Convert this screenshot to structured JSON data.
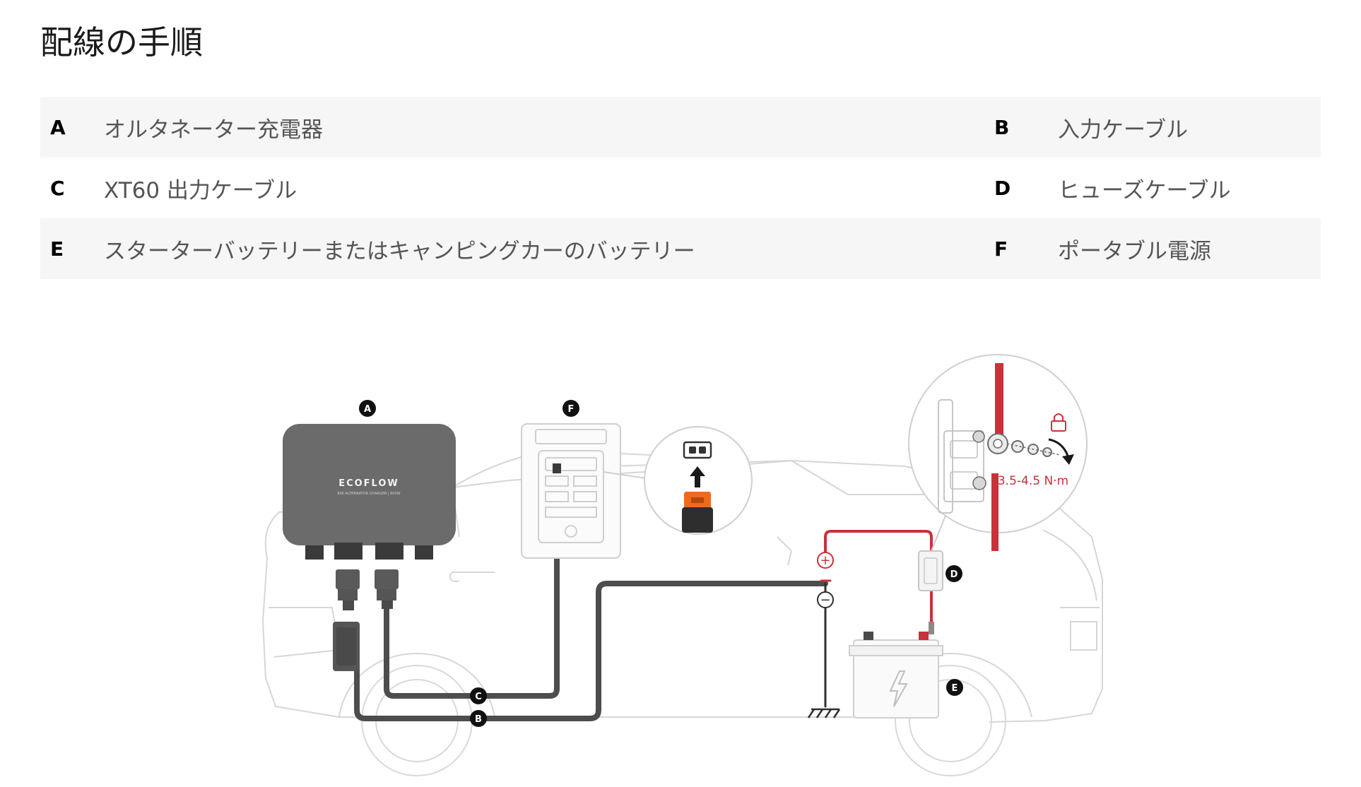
{
  "page": {
    "title": "配線の手順"
  },
  "legend": {
    "rows": [
      {
        "left": {
          "key": "A",
          "label": "オルタネーター充電器"
        },
        "right": {
          "key": "B",
          "label": "入力ケーブル"
        }
      },
      {
        "left": {
          "key": "C",
          "label": "XT60 出力ケーブル"
        },
        "right": {
          "key": "D",
          "label": "ヒューズケーブル"
        }
      },
      {
        "left": {
          "key": "E",
          "label": "スターターバッテリーまたはキャンピングカーのバッテリー"
        },
        "right": {
          "key": "F",
          "label": "ポータブル電源"
        }
      }
    ]
  },
  "diagram": {
    "badges": {
      "A": "A",
      "B": "B",
      "C": "C",
      "D": "D",
      "E": "E",
      "F": "F"
    },
    "brand": "ECOFLOW",
    "brand_subtitle": "800 ALTERNATOR CHARGER | 800W",
    "torque": "3.5-4.5 N·m",
    "plus_symbol": "+",
    "minus_symbol": "−",
    "colors": {
      "positive_wire": "#c8323a",
      "cable": "#4a4a4a",
      "device": "#6b6b6b",
      "outline": "#cfcfcf",
      "accent": "#f06a1e"
    },
    "icons": [
      "lock-icon",
      "lightning-icon",
      "ground-icon",
      "up-arrow-icon",
      "rotate-arrow-icon"
    ]
  }
}
